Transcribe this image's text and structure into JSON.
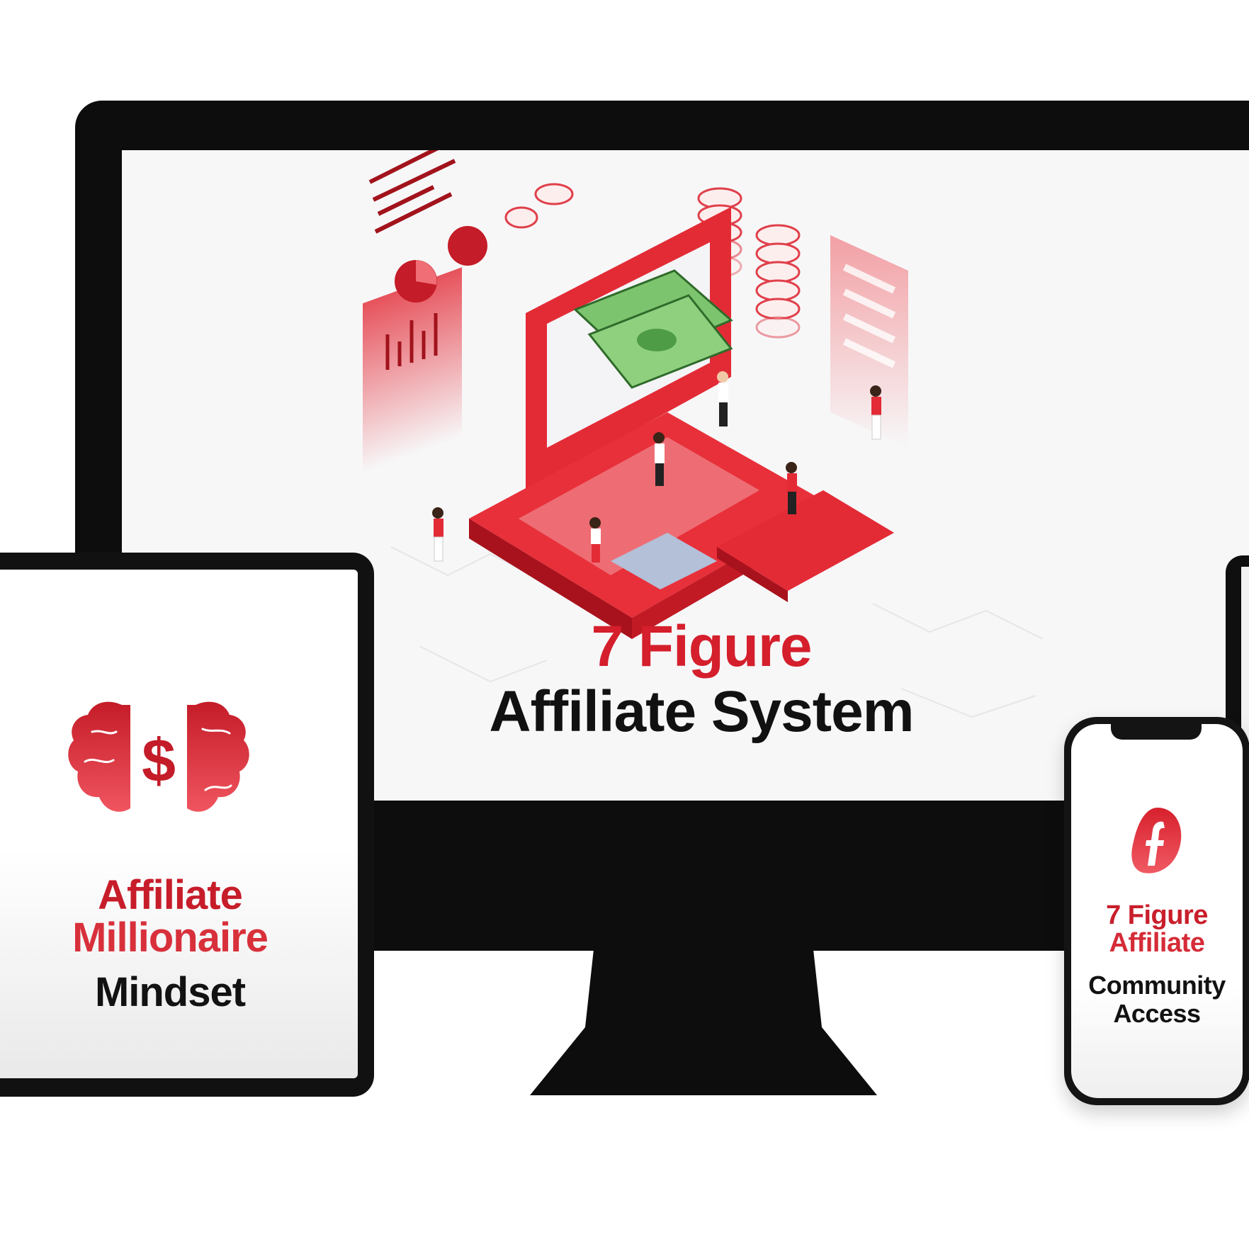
{
  "monitor": {
    "headline_line1": "7 Figure",
    "headline_line2": "Affiliate System"
  },
  "tablet": {
    "line1": "Affiliate",
    "line2": "Millionaire",
    "line3": "Mindset",
    "icon": "brain-dollar-icon"
  },
  "phone": {
    "line1": "7 Figure",
    "line2": "Affiliate",
    "line3": "Community",
    "line4": "Access",
    "icon": "f-logo-icon"
  },
  "colors": {
    "accent_red": "#d51f2c",
    "text_dark": "#111111",
    "device_black": "#0d0d0d"
  }
}
